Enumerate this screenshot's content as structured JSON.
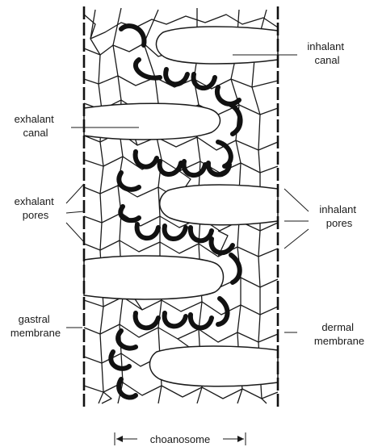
{
  "labels": {
    "inhalant_canal": [
      "inhalant",
      "canal"
    ],
    "exhalant_canal": [
      "exhalant",
      "canal"
    ],
    "exhalant_pores": [
      "exhalant",
      "pores"
    ],
    "inhalant_pores": [
      "inhalant",
      "pores"
    ],
    "gastral_membrane": [
      "gastral",
      "membrane"
    ],
    "dermal_membrane": [
      "dermal",
      "membrane"
    ],
    "choanosome": "choanosome"
  },
  "colors": {
    "ink": "#1a1a1a",
    "background": "#ffffff"
  }
}
